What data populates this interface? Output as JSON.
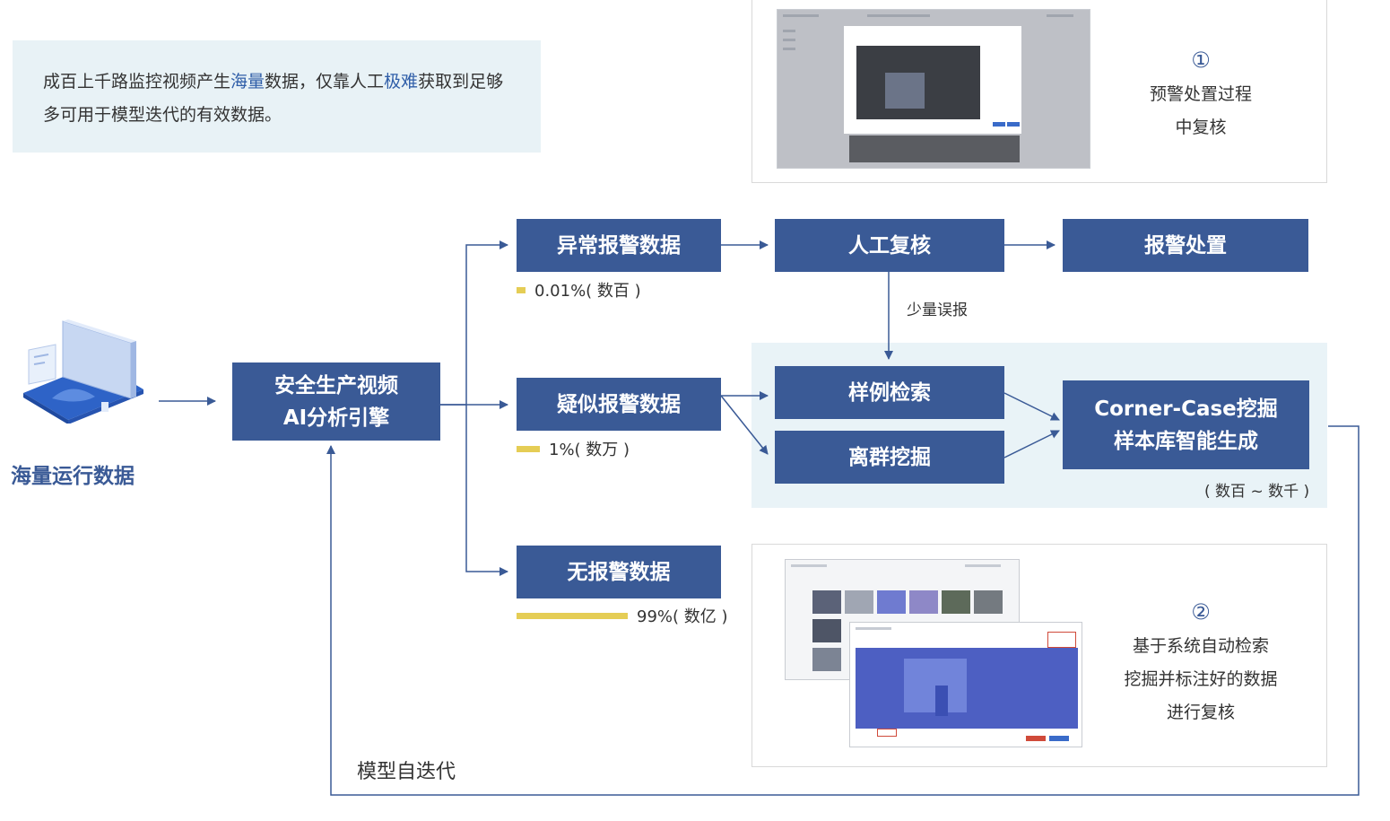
{
  "intro": {
    "part1": "成百上千路监控视频产生",
    "hl1": "海量",
    "part2": "数据，仅靠人工",
    "hl2": "极难",
    "part3": "获取到足够多可用于模型迭代的有效数据。"
  },
  "source_label": "海量运行数据",
  "engine_label": "安全生产视频\nAI分析引擎",
  "branches": {
    "abnormal": {
      "label": "异常报警数据",
      "stat": "0.01%( 数百 )",
      "share_pct": 0.01
    },
    "suspect": {
      "label": "疑似报警数据",
      "stat": "1%( 数万 )",
      "share_pct": 1
    },
    "none": {
      "label": "无报警数据",
      "stat": "99%( 数亿 )",
      "share_pct": 99
    }
  },
  "nodes": {
    "manual_review": "人工复核",
    "alarm_handle": "报警处置",
    "sample_search": "样例检索",
    "outlier_mining": "离群挖掘",
    "corner_case": "Corner-Case挖掘\n样本库智能生成",
    "corner_count": "( 数百 ~ 数千 )"
  },
  "edges": {
    "false_alarm": "少量误报",
    "iteration": "模型自迭代"
  },
  "panels": {
    "top": {
      "number": "①",
      "line1": "预警处置过程",
      "line2": "中复核"
    },
    "bottom": {
      "number": "②",
      "line1": "基于系统自动检索",
      "line2": "挖掘并标注好的数据",
      "line3": "进行复核"
    }
  },
  "colors": {
    "box": "#3a5a96",
    "arrow": "#3a5a96",
    "highlight_bg": "#e9f3f7",
    "bar": "#e5cd55"
  }
}
